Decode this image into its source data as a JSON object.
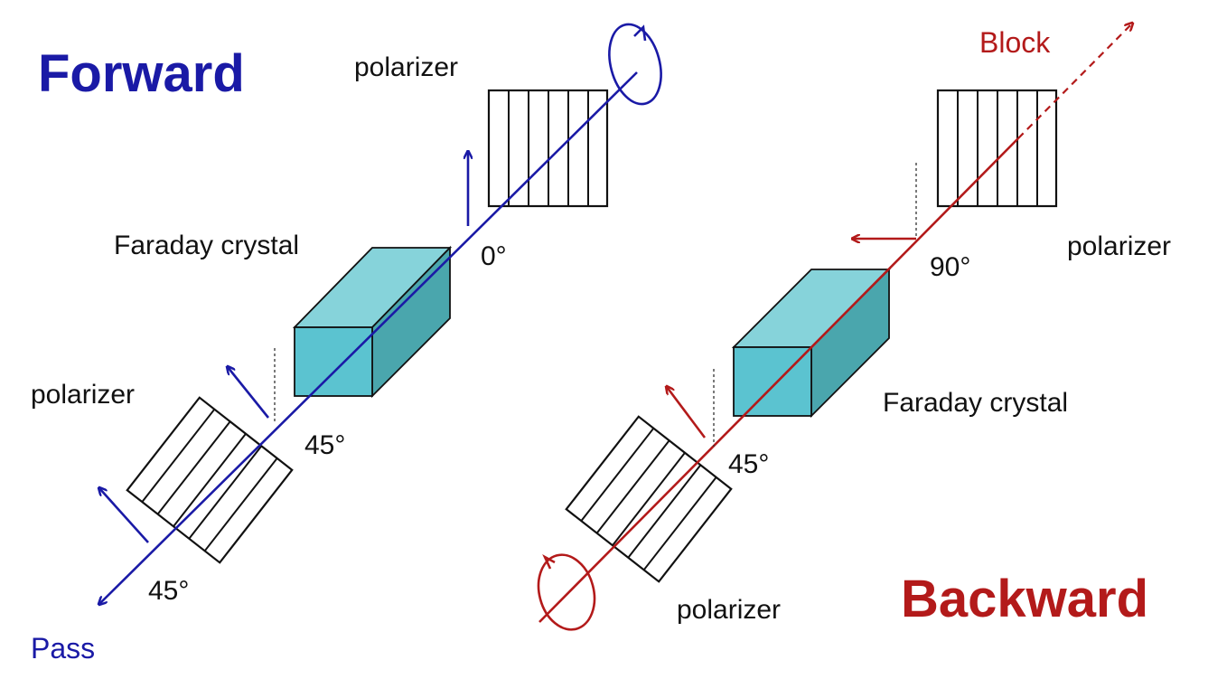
{
  "colors": {
    "forward": "#1a1aa6",
    "backward": "#b31a1a",
    "crystal_front": "#5bc3d0",
    "crystal_top": "#86d3da",
    "crystal_side": "#4aa6ad",
    "outline": "#111111"
  },
  "forward": {
    "title": "Forward",
    "exit_label": "Pass",
    "top_polarizer_label": "polarizer",
    "crystal_label": "Faraday crystal",
    "bottom_polarizer_label": "polarizer",
    "angle_top": "0°",
    "angle_mid": "45°",
    "angle_bottom": "45°"
  },
  "backward": {
    "title": "Backward",
    "exit_label": "Block",
    "top_polarizer_label": "polarizer",
    "crystal_label": "Faraday crystal",
    "bottom_polarizer_label": "polarizer",
    "angle_top": "90°",
    "angle_mid": "45°"
  }
}
